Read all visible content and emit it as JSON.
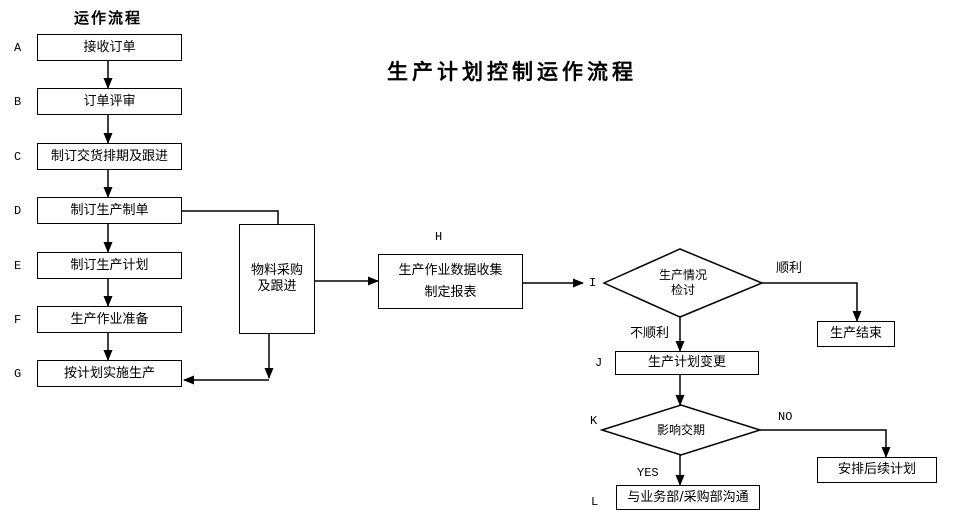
{
  "title": "生产计划控制运作流程",
  "column_header": "运作流程",
  "left_column": [
    {
      "letter": "A",
      "label": "接收订单"
    },
    {
      "letter": "B",
      "label": "订单评审"
    },
    {
      "letter": "C",
      "label": "制订交货排期及跟进"
    },
    {
      "letter": "D",
      "label": "制订生产制单"
    },
    {
      "letter": "E",
      "label": "制订生产计划"
    },
    {
      "letter": "F",
      "label": "生产作业准备"
    },
    {
      "letter": "G",
      "label": "按计划实施生产"
    }
  ],
  "material_box": {
    "line1": "物料采购",
    "line2": "及跟进"
  },
  "node_h": {
    "letter": "H",
    "line1": "生产作业数据收集",
    "line2": "制定报表"
  },
  "decision_i": {
    "letter": "I",
    "line1": "生产情况",
    "line2": "检讨"
  },
  "end_box": {
    "label": "生产结束"
  },
  "node_j": {
    "letter": "J",
    "label": "生产计划变更"
  },
  "decision_k": {
    "letter": "K",
    "label": "影响交期"
  },
  "followup_box": {
    "label": "安排后续计划"
  },
  "node_l": {
    "letter": "L",
    "label": "与业务部/采购部沟通"
  },
  "branch_labels": {
    "smooth": "顺利",
    "not_smooth": "不顺利",
    "no": "NO",
    "yes": "YES"
  },
  "colors": {
    "line": "#000000",
    "background": "#ffffff",
    "box_fill": "#ffffff",
    "text": "#000000"
  }
}
